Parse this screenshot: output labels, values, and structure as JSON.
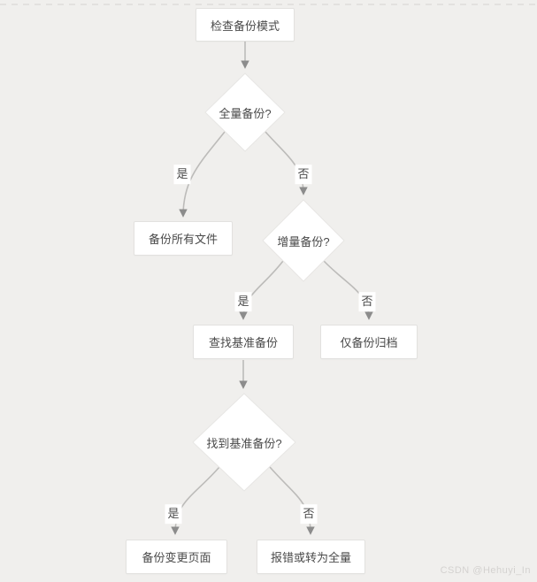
{
  "diagram": {
    "type": "flowchart",
    "direction": "top-down",
    "nodes": [
      {
        "id": "check-backup-mode",
        "shape": "rect",
        "label": "检查备份模式"
      },
      {
        "id": "full-backup",
        "shape": "diamond",
        "label": "全量备份?"
      },
      {
        "id": "backup-all-files",
        "shape": "rect",
        "label": "备份所有文件"
      },
      {
        "id": "incremental-backup",
        "shape": "diamond",
        "label": "增量备份?"
      },
      {
        "id": "find-base-backup",
        "shape": "rect",
        "label": "查找基准备份"
      },
      {
        "id": "backup-archive-only",
        "shape": "rect",
        "label": "仅备份归档"
      },
      {
        "id": "found-base-backup",
        "shape": "diamond",
        "label": "找到基准备份?"
      },
      {
        "id": "backup-changed-pages",
        "shape": "rect",
        "label": "备份变更页面"
      },
      {
        "id": "error-or-full",
        "shape": "rect",
        "label": "报错或转为全量"
      }
    ],
    "edges": [
      {
        "from": "检查备份模式",
        "to": "全量备份?",
        "label": ""
      },
      {
        "from": "全量备份?",
        "to": "备份所有文件",
        "label": "是"
      },
      {
        "from": "全量备份?",
        "to": "增量备份?",
        "label": "否"
      },
      {
        "from": "增量备份?",
        "to": "查找基准备份",
        "label": "是"
      },
      {
        "from": "增量备份?",
        "to": "仅备份归档",
        "label": "否"
      },
      {
        "from": "查找基准备份",
        "to": "找到基准备份?",
        "label": ""
      },
      {
        "from": "找到基准备份?",
        "to": "备份变更页面",
        "label": "是"
      },
      {
        "from": "找到基准备份?",
        "to": "报错或转为全量",
        "label": "否"
      }
    ]
  },
  "watermark": "CSDN @Hehuyi_In",
  "colors": {
    "background": "#f0efed",
    "node_fill": "#ffffff",
    "node_border": "#e2e1df",
    "edge_line": "#bcbbb9",
    "arrowhead": "#8c8c8c",
    "text": "#4a4a4a",
    "watermark": "#d4d2d0"
  }
}
